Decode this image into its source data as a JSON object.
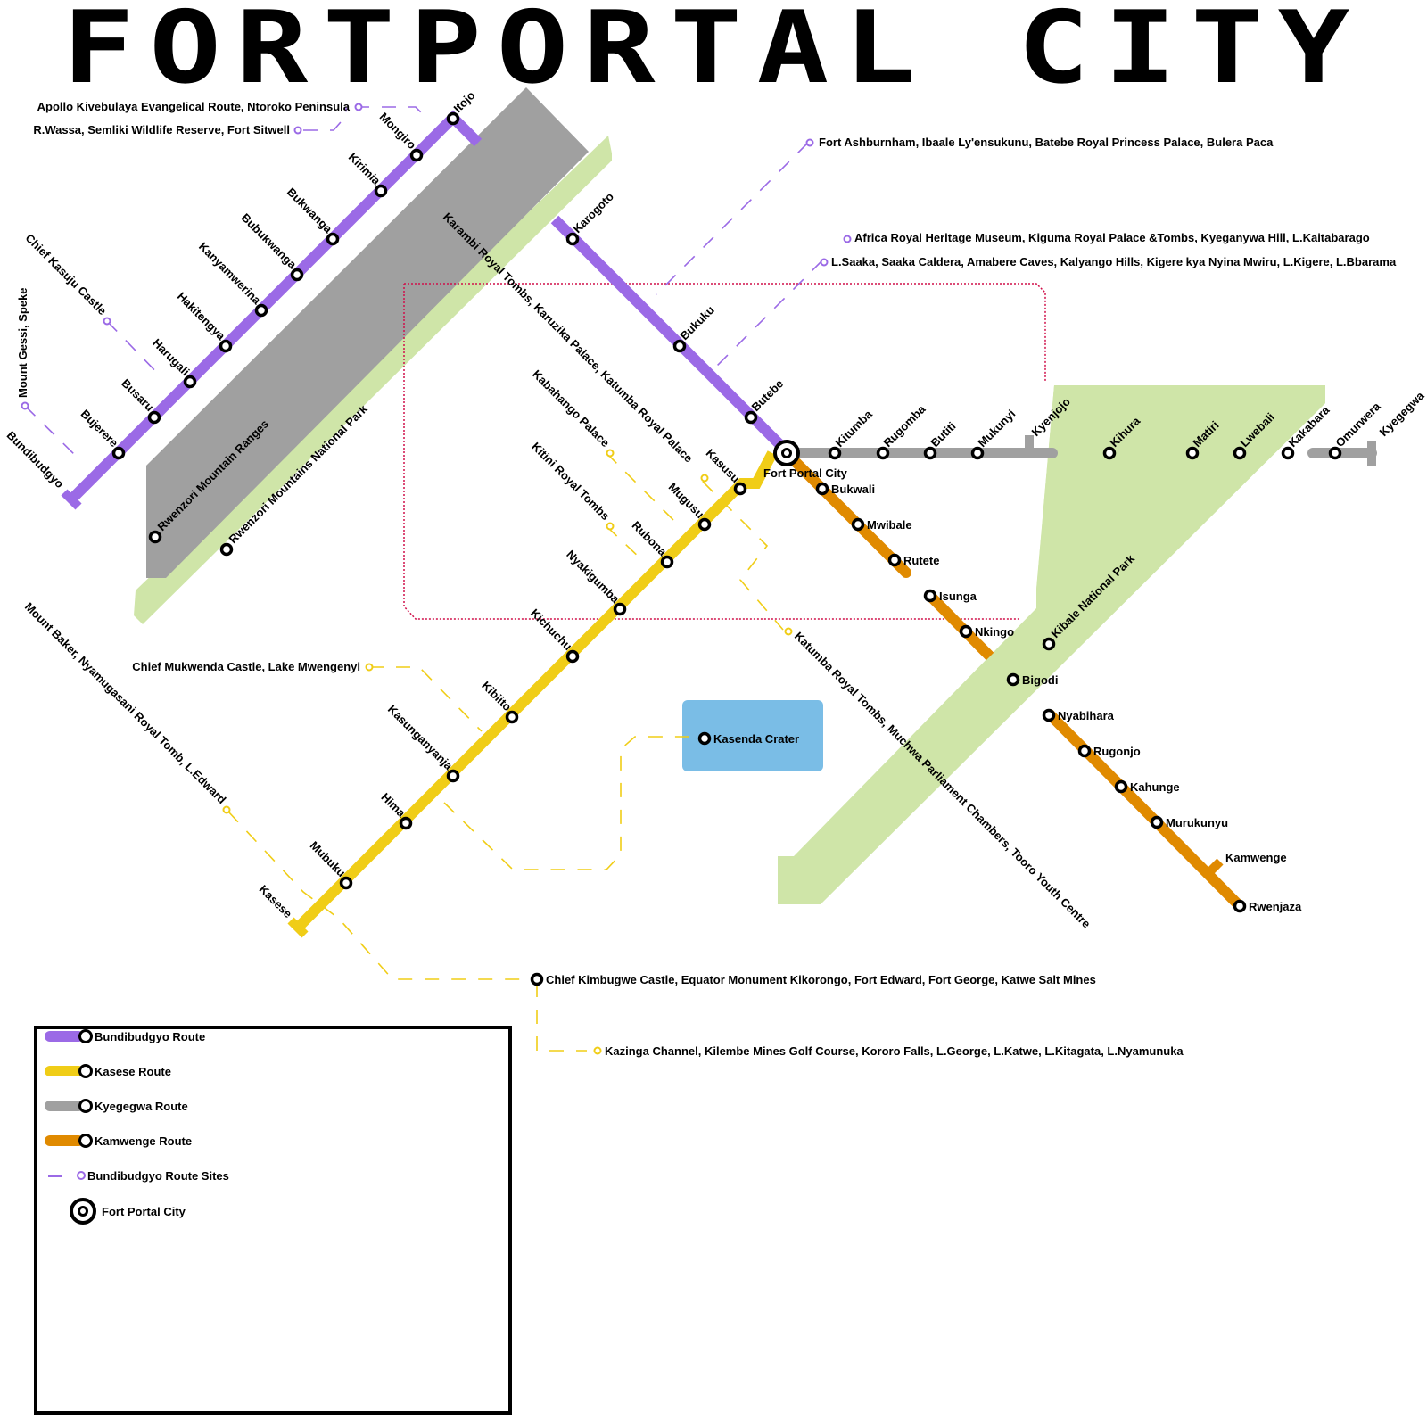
{
  "title": "FORTPORTAL CITY",
  "colors": {
    "bundibudgyo": "#9b6ae6",
    "kasese": "#f0cd17",
    "kyegegwa": "#a0a0a0",
    "kamwenge": "#e08a00",
    "park": "#cfe5a8",
    "mountain": "#a0a0a0",
    "water": "#7abde6",
    "boundary": "#d0104a"
  },
  "hub": {
    "name": "Fort Portal City",
    "icon": "interchange-hub-icon"
  },
  "routes": {
    "bundibudgyo": {
      "name": "Bundibudgyo Route",
      "terminus": "Bundibudgyo",
      "stations": [
        "Bujerere",
        "Busaru",
        "Harugali",
        "Hakitengya",
        "Kanyamwerina",
        "Bubukwanga",
        "Bukwanga",
        "Kirimia",
        "Mongiro",
        "Itojo",
        "Karogoto",
        "Bukuku",
        "Butebe"
      ]
    },
    "kasese": {
      "name": "Kasese Route",
      "terminus": "Kasese",
      "stations": [
        "Mubuku",
        "Hima",
        "Kasunganyanja",
        "Kibiito",
        "Kichuchu",
        "Nyakigumba",
        "Rubona",
        "Mugusu",
        "Kasusu"
      ]
    },
    "kyegegwa": {
      "name": "Kyegegwa Route",
      "terminus": "Kyegegwa",
      "branch_end": "Kyenjojo",
      "stations": [
        "Kitumba",
        "Rugomba",
        "Butiti",
        "Mukunyi",
        "Kihura",
        "Matiri",
        "Lwebali",
        "Kakabara",
        "Omurwera"
      ]
    },
    "kamwenge": {
      "name": "Kamwenge Route",
      "terminus": "Kamwenge",
      "stations": [
        "Bukwali",
        "Mwibale",
        "Rutete",
        "Isunga",
        "Nkingo",
        "Bigodi",
        "Nyabihara",
        "Rugonjo",
        "Kahunge",
        "Murukunyu",
        "Rwenjaza"
      ]
    }
  },
  "areas": {
    "rwenzori_ranges": "Rwenzori Mountain Ranges",
    "rwenzori_park": "Rwenzori Mountains National Park",
    "kibale_park": "Kibale National Park",
    "kasenda": "Kasenda Crater"
  },
  "sites": {
    "bundibudgyo": [
      "Apollo Kivebulaya Evangelical Route, Ntoroko Peninsula",
      "R.Wassa, Semliki Wildlife Reserve, Fort Sitwell",
      "Chief Kasuju Castle",
      "Mount Gessi, Speke",
      "Karambi Royal Tombs, Karuzika Palace, Katumba Royal Palace",
      "Fort Ashburnham, Ibaale Ly'ensukunu, Batebe Royal Princess Palace, Bulera Paca",
      "Africa Royal Heritage Museum, Kiguma Royal Palace &Tombs, Kyeganywa Hill, L.Kaitabarago",
      "L.Saaka, Saaka Caldera, Amabere Caves, Kalyango Hills, Kigere kya Nyina Mwiru, L.Kigere, L.Bbarama"
    ],
    "kasese": [
      "Kabahango Palace",
      "Kitini Royal Tombs",
      "Katumba Royal Tombs, Muchwa Parliament Chambers, Tooro Youth Centre",
      "Chief Mukwenda Castle, Lake Mwengenyi",
      "Mount Baker, Nyamugasani Royal Tomb, L.Edward",
      "Chief Kimbugwe Castle, Equator Monument Kikorongo, Fort Edward, Fort George, Katwe Salt Mines",
      "Kazinga Channel, Kilembe Mines Golf Course, Kororo Falls, L.George, L.Katwe, L.Kitagata, L.Nyamunuka"
    ]
  },
  "legend": {
    "items": [
      {
        "label": "Bundibudgyo Route",
        "color": "#9b6ae6",
        "kind": "route"
      },
      {
        "label": "Kasese Route",
        "color": "#f0cd17",
        "kind": "route"
      },
      {
        "label": "Kyegegwa Route",
        "color": "#a0a0a0",
        "kind": "route"
      },
      {
        "label": "Kamwenge Route",
        "color": "#e08a00",
        "kind": "route"
      },
      {
        "label": "Bundibudgyo Route Sites",
        "color": "#9b6ae6",
        "kind": "sites"
      },
      {
        "label": "Fort Portal City",
        "color": "#000000",
        "kind": "hub"
      }
    ]
  }
}
